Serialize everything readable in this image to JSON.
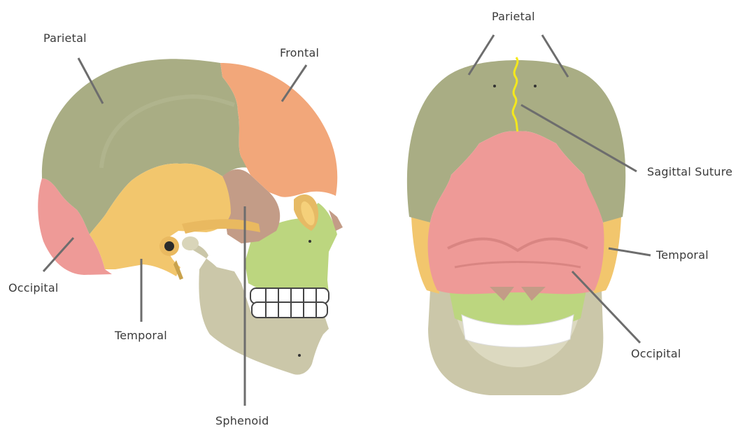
{
  "lateral_view": {
    "labels": {
      "parietal": "Parietal",
      "frontal": "Frontal",
      "occipital": "Occipital",
      "temporal": "Temporal",
      "sphenoid": "Sphenoid"
    }
  },
  "posterior_view": {
    "labels": {
      "parietal": "Parietal",
      "sagittal_suture": "Sagittal Suture",
      "temporal": "Temporal",
      "occipital": "Occipital"
    }
  },
  "colors": {
    "parietal": "#a9ad84",
    "frontal": "#f2a77a",
    "occipital": "#ee9a97",
    "temporal": "#f2c66d",
    "sphenoid": "#c39c87",
    "facial": "#bcd67f",
    "mandible": "#cbc7a9",
    "suture": "#f4e81c",
    "leader": "#6d6d6d"
  }
}
